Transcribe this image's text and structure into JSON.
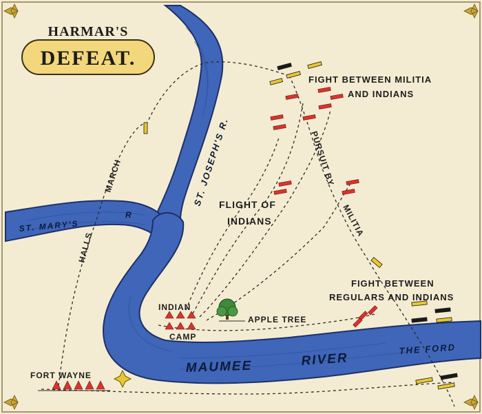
{
  "title": {
    "line1": "HARMAR'S",
    "line2": "DEFEAT."
  },
  "rivers": {
    "st_josephs": "ST. JOSEPH'S R.",
    "st_marys": "ST. MARY'S",
    "st_marys_r": "R",
    "maumee": "MAUMEE",
    "maumee_river": "RIVER"
  },
  "labels": {
    "fight_militia_1": "FIGHT BETWEEN MILITIA",
    "fight_militia_2": "AND INDIANS",
    "pursuit": "PURSUIT BY",
    "militia": "MILITIA",
    "flight_1": "FLIGHT OF",
    "flight_2": "INDIANS",
    "halls": "HALLS",
    "march": "MARCH",
    "fight_regulars_1": "FIGHT BETWEEN",
    "fight_regulars_2": "REGULARS AND INDIANS",
    "indian": "INDIAN",
    "camp": "CAMP",
    "apple_tree": "APPLE TREE",
    "the_ford": "THE FORD",
    "fort_wayne": "FORT WAYNE"
  },
  "colors": {
    "paper": "#f4ecd2",
    "river": "#3f66b8",
    "river_edge": "#1d2f6a",
    "indians": "#d9342c",
    "troops": "#e8c832",
    "troops_dark": "#1a1a1a",
    "tree": "#3f8a3a",
    "title_bg": "#f3d77c"
  }
}
